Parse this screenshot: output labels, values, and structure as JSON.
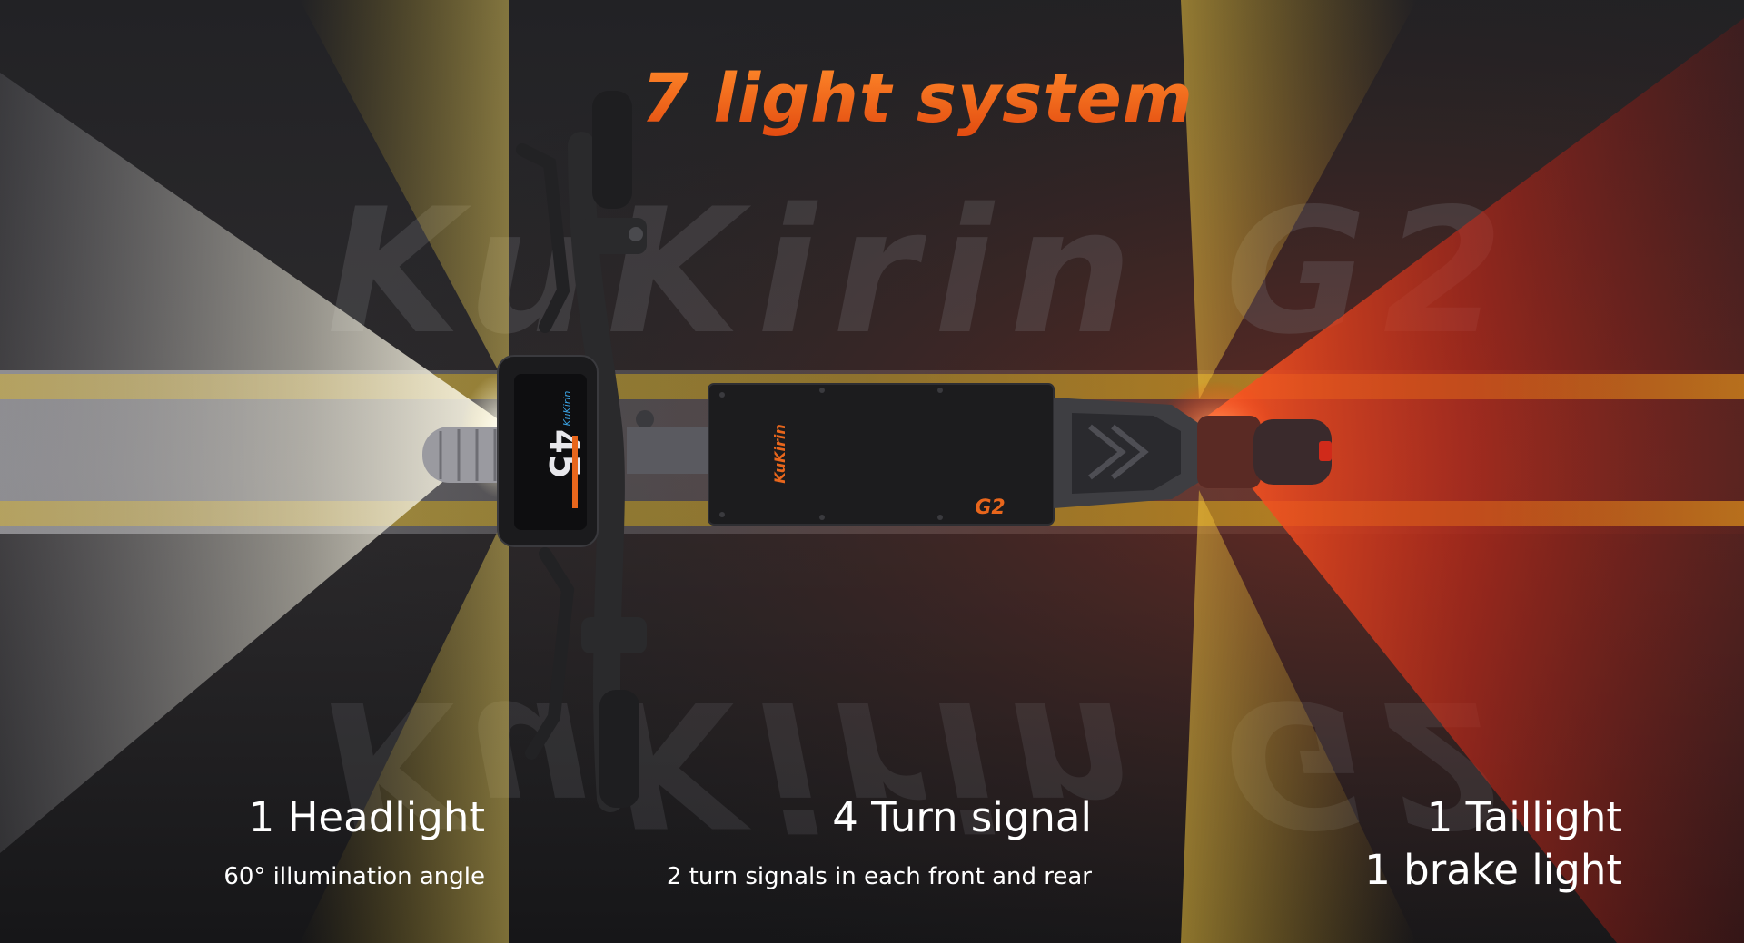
{
  "headline": "7 light system",
  "colors": {
    "accent": "#e8661c",
    "headlight": "#fff6c8",
    "turn_signal": "#f0c020",
    "taillight": "#d8281c",
    "text": "#ffffff"
  },
  "watermark_text": "KuKirin G2",
  "scooter": {
    "display_speed": "45",
    "display_brand": "KuKirin",
    "deck_brand": "KuKirin",
    "deck_model": "G2"
  },
  "features": [
    {
      "title": "1 Headlight",
      "subtitle": "60° illumination angle"
    },
    {
      "title": "4 Turn signal",
      "subtitle": "2 turn signals in each front and rear"
    },
    {
      "title": "1 Taillight",
      "subtitle": "1 brake light"
    }
  ]
}
